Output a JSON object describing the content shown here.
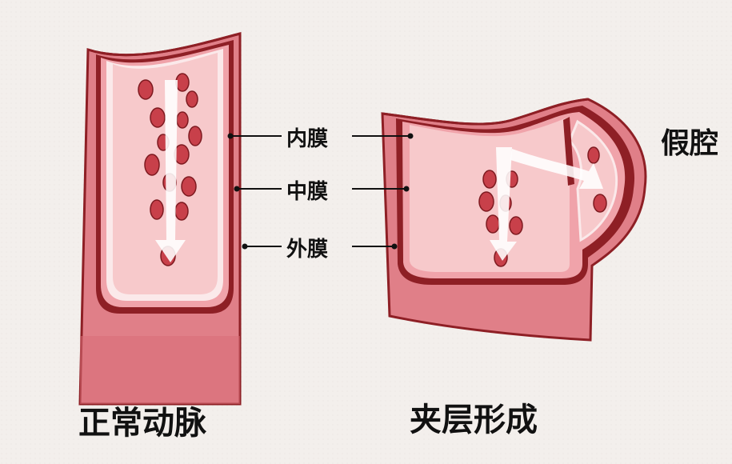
{
  "labels": {
    "intima": "内膜",
    "media": "中膜",
    "adventitia": "外膜",
    "false_lumen": "假腔",
    "normal_artery": "正常动脉",
    "dissection_formation": "夹层形成"
  },
  "colors": {
    "background": "#f3efec",
    "wall_outer": "#e07f88",
    "wall_dark": "#8e1f25",
    "lumen": "#f7c9cb",
    "cell": "#c8404a",
    "cell_dark": "#7e1a20",
    "arrow": "#ffffff",
    "text": "#111111"
  }
}
